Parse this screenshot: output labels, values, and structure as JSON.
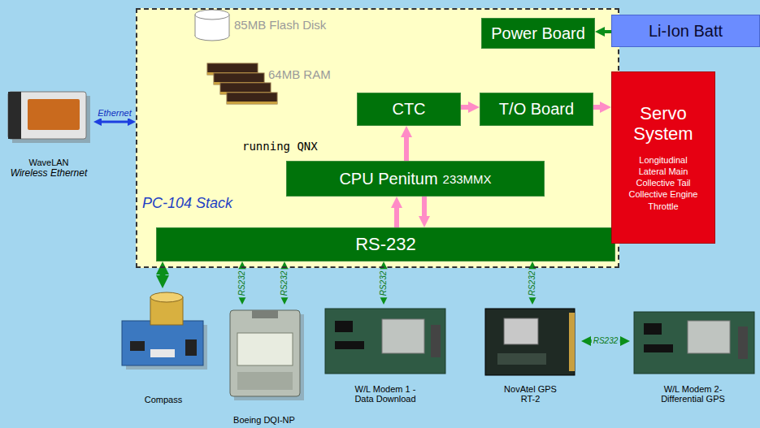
{
  "diagram": {
    "nodes": [
      {
        "text": [
          "PC-104 Stack"
        ]
      },
      {
        "text": [
          "Power Board"
        ],
        "in": 0
      },
      {
        "text": [
          "CTC"
        ],
        "in": 0
      },
      {
        "text": [
          "T/O Board"
        ],
        "in": 0
      },
      {
        "text": [
          "CPU Penitum",
          "233MMX"
        ],
        "in": 0
      },
      {
        "text": [
          "RS-232"
        ],
        "in": 0
      },
      {
        "text": [
          "Li-Ion Batt"
        ]
      },
      {
        "text": [
          "Servo System",
          "Longitudinal Lateral Main Collective Tail Collective Engine Throttle"
        ]
      },
      {
        "text": [
          "WaveLAN",
          "Wireless Ethernet"
        ]
      },
      {
        "text": [
          "Compass"
        ]
      },
      {
        "text": [
          "Boeing DQI-NP"
        ]
      },
      {
        "text": [
          "W/L Modem 1 -Data Download"
        ]
      },
      {
        "text": [
          "NovAtel GPS RT-2"
        ]
      },
      {
        "text": [
          "W/L Modem 2- Differential GPS"
        ]
      }
    ],
    "edges": [
      {
        "from": 6,
        "to": 1,
        "arrow": "to"
      },
      {
        "from": 2,
        "to": 3,
        "arrow": "to"
      },
      {
        "from": 3,
        "to": 7,
        "arrow": "to"
      },
      {
        "from": 4,
        "to": 2,
        "arrow": "to"
      },
      {
        "from": 5,
        "to": 4,
        "arrow": "to"
      },
      {
        "from": 4,
        "to": 5,
        "arrow": "to"
      },
      {
        "from": 8,
        "to": 0,
        "label": "Ethernet",
        "arrow": "both"
      },
      {
        "from": 5,
        "to": 9,
        "arrow": "both"
      },
      {
        "from": 5,
        "to": 10,
        "label": "RS232",
        "arrow": "both"
      },
      {
        "from": 5,
        "to": 10,
        "label": "RS232",
        "arrow": "both"
      },
      {
        "from": 5,
        "to": 11,
        "label": "RS232",
        "arrow": "both"
      },
      {
        "from": 5,
        "to": 12,
        "label": "RS232",
        "arrow": "both"
      },
      {
        "from": 12,
        "to": 13,
        "label": "RS232",
        "arrow": "both"
      }
    ],
    "labels": [
      "85MB Flash Disk",
      "64MB RAM",
      "running QNX"
    ]
  }
}
